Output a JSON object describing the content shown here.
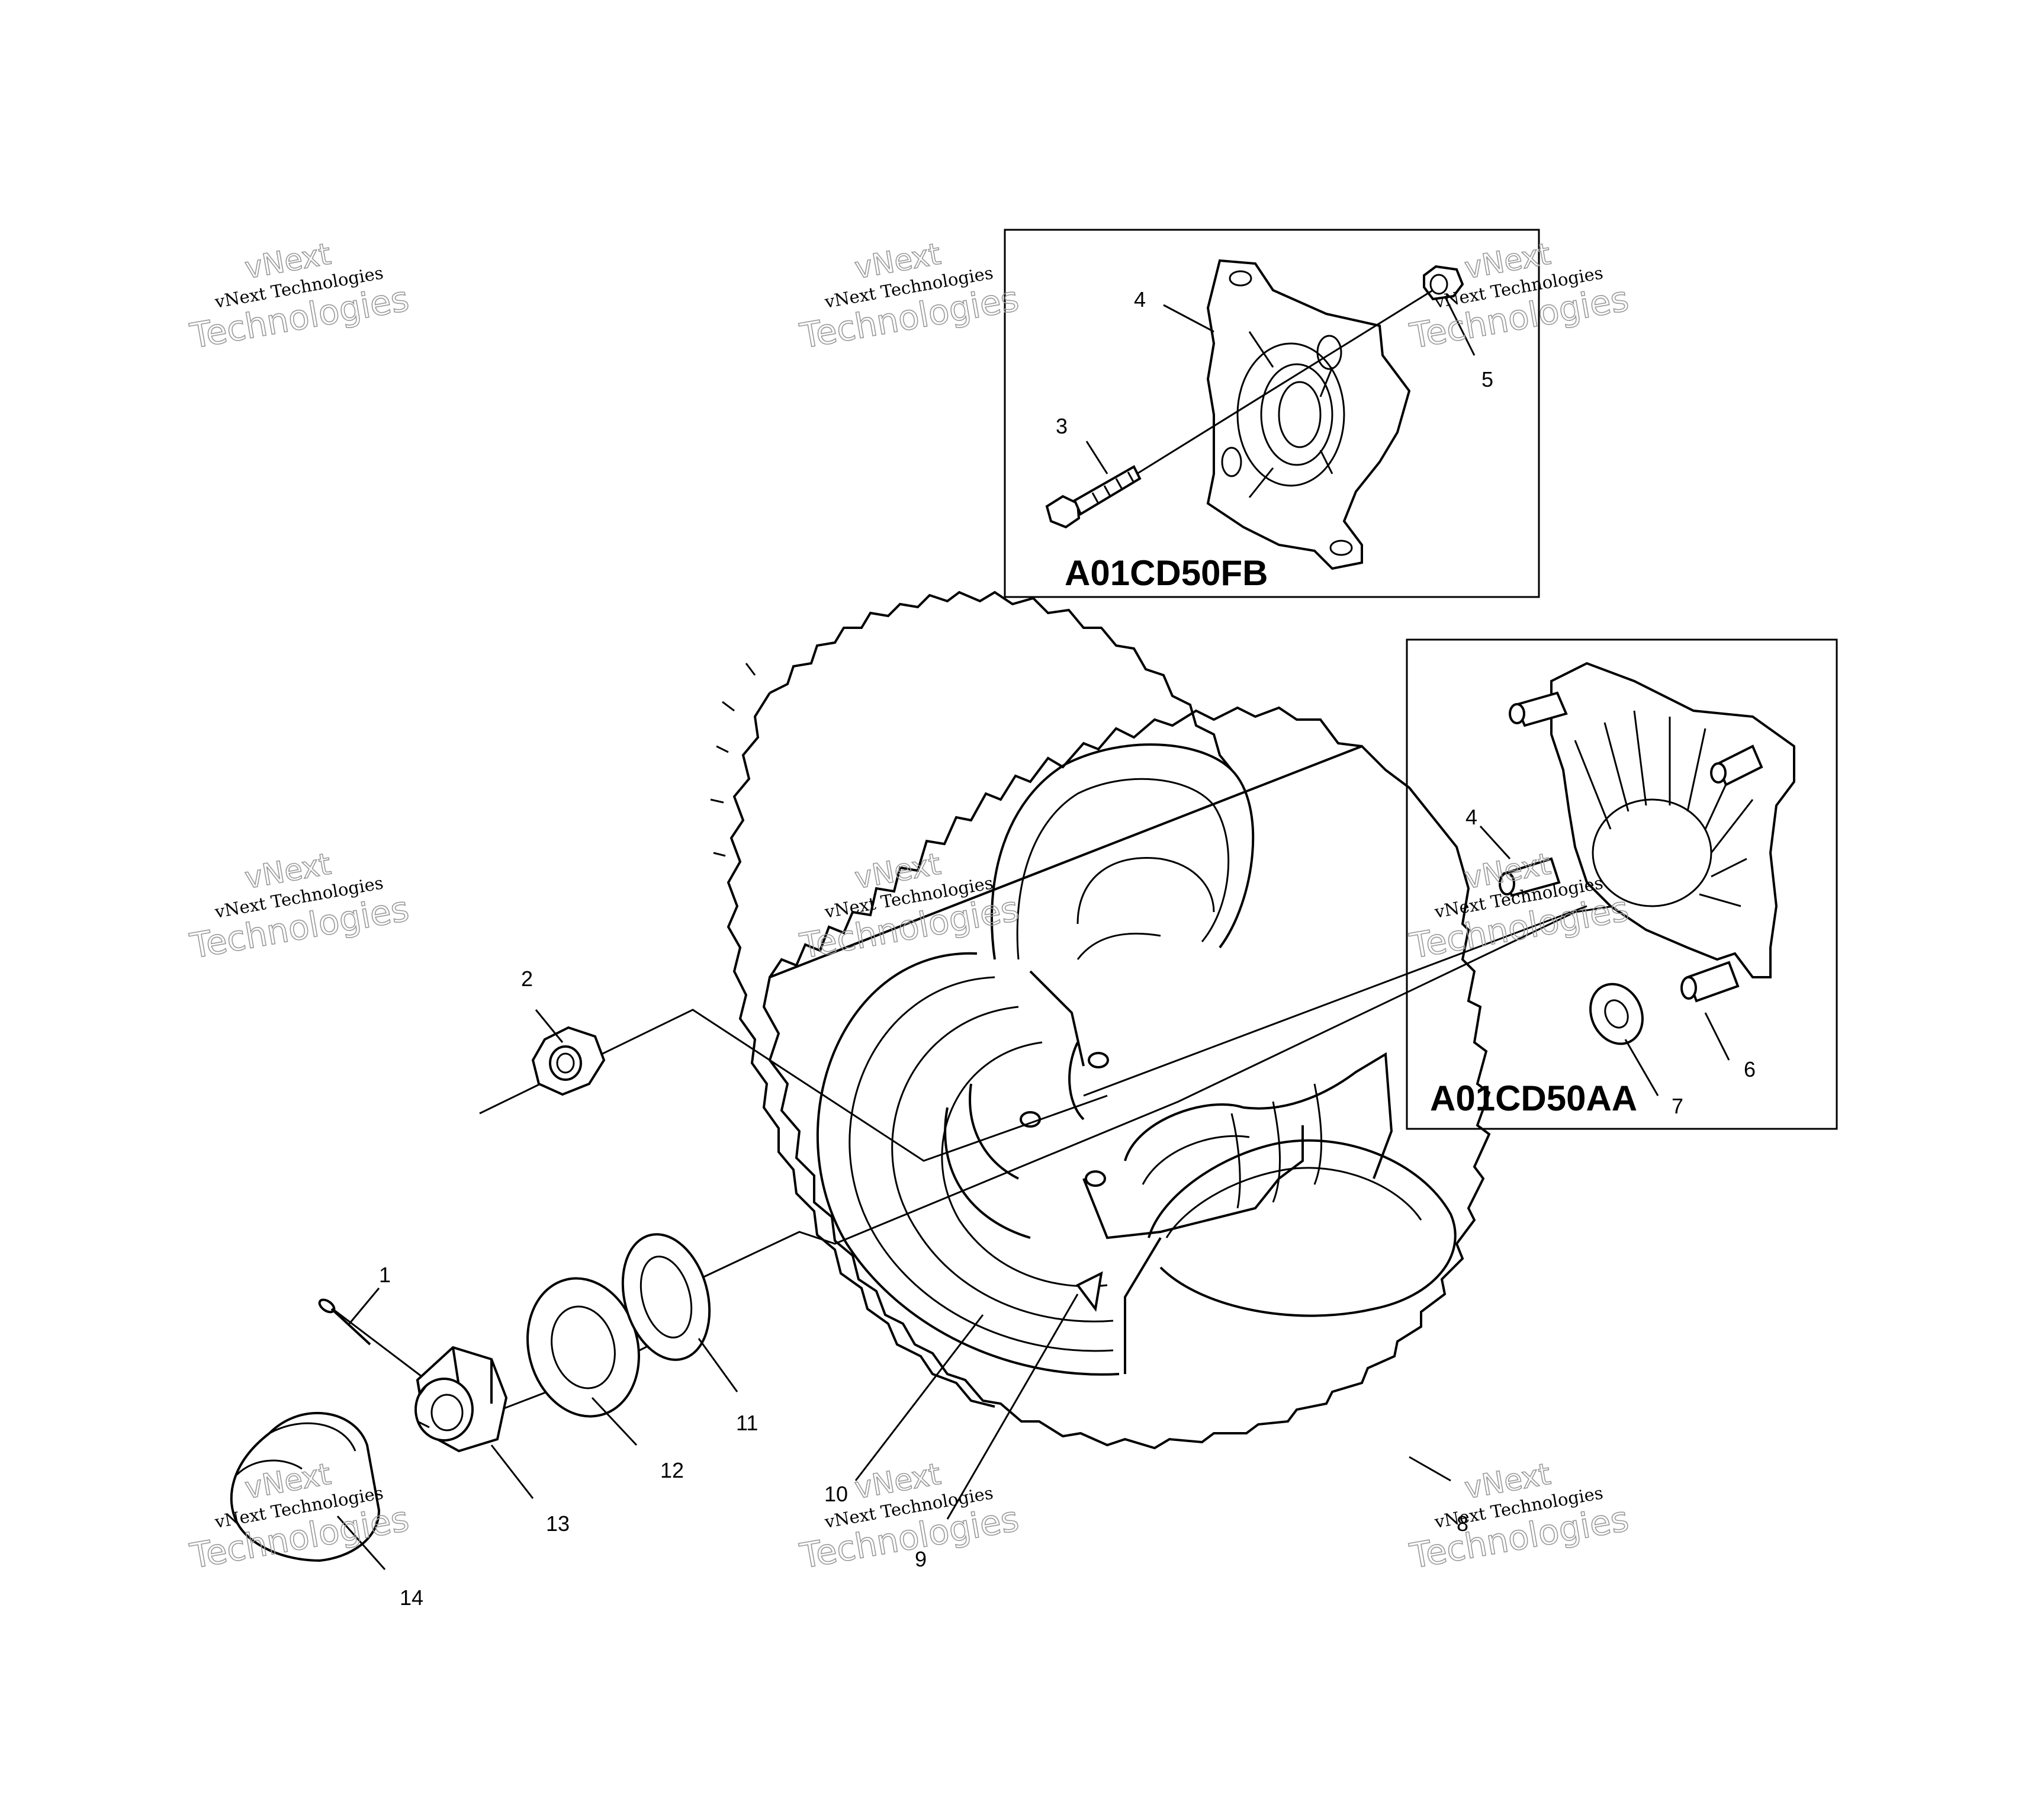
{
  "insets": [
    {
      "code": "A01CD50FB"
    },
    {
      "code": "A01CD50AA"
    }
  ],
  "callouts": {
    "c1": "1",
    "c2": "2",
    "c3": "3",
    "c4a": "4",
    "c4b": "4",
    "c5": "5",
    "c6": "6",
    "c7": "7",
    "c8": "8",
    "c9": "9",
    "c10": "10",
    "c11": "11",
    "c12": "12",
    "c13": "13",
    "c14": "14"
  },
  "watermark": {
    "brand": "vNext",
    "line": "vNext Technologies",
    "big": "Technologies"
  }
}
